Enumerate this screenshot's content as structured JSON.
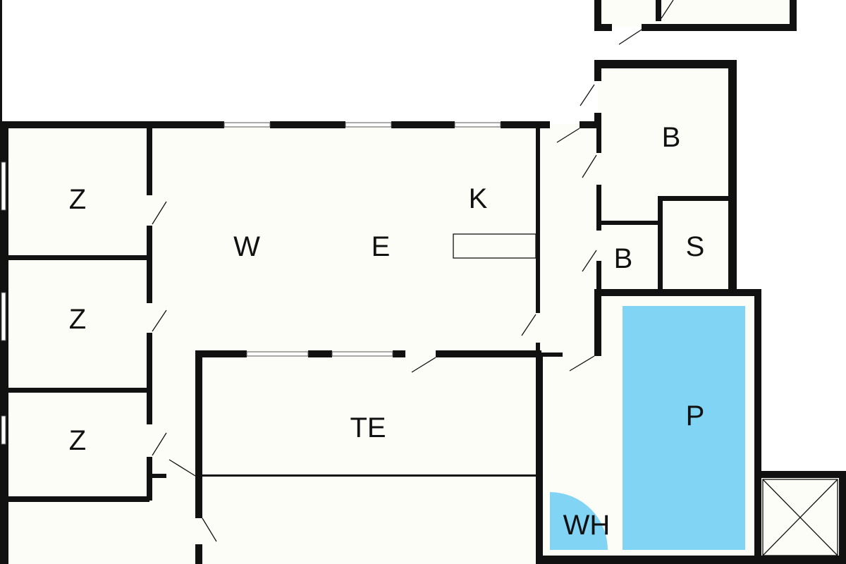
{
  "rooms": {
    "z1": "Z",
    "z2": "Z",
    "z3": "Z",
    "w": "W",
    "e": "E",
    "k": "K",
    "b1": "B",
    "b2": "B",
    "s": "S",
    "te": "TE",
    "p": "P",
    "wh": "WH"
  },
  "colors": {
    "wall": "#111111",
    "floor": "#fdfdf7",
    "pool": "#82d4f5"
  }
}
